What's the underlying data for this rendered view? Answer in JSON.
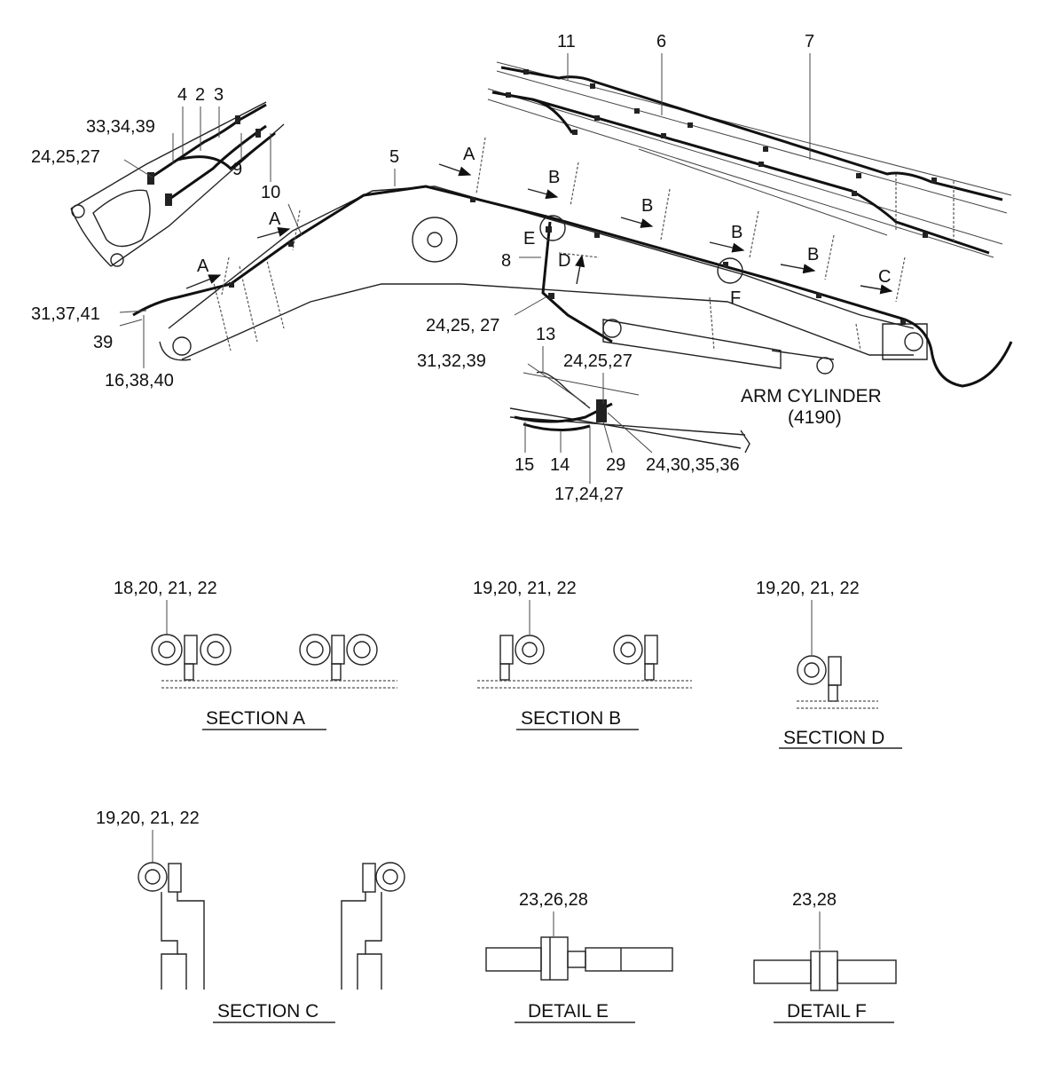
{
  "callouts": {
    "c11": "11",
    "c6": "6",
    "c7": "7",
    "c4": "4",
    "c2": "2",
    "c3": "3",
    "c33": "33,34,39",
    "c24a": "24,25,27",
    "c9": "9",
    "c10": "10",
    "c5": "5",
    "c8": "8",
    "c24b": "24,25, 27",
    "c31a": "31,37,41",
    "c39": "39",
    "c16": "16,38,40",
    "c13": "13",
    "c31b": "31,32,39",
    "c24c": "24,25,27",
    "c15": "15",
    "c14": "14",
    "c29": "29",
    "c17": "17,24,27",
    "c24d": "24,30,35,36"
  },
  "section_marks": {
    "a1": "A",
    "a2": "A",
    "a3": "A",
    "b1": "B",
    "b2": "B",
    "b3": "B",
    "b4": "B",
    "c": "C",
    "d": "D",
    "e": "E",
    "f": "F"
  },
  "arm_cylinder": {
    "name": "ARM CYLINDER",
    "code": "(4190)"
  },
  "sections": {
    "a": {
      "title": "SECTION A",
      "label": "18,20, 21, 22"
    },
    "b": {
      "title": "SECTION B",
      "label": "19,20, 21, 22"
    },
    "d": {
      "title": "SECTION D",
      "label": "19,20, 21, 22"
    },
    "c": {
      "title": "SECTION C",
      "label": "19,20, 21, 22"
    },
    "e": {
      "title": "DETAIL E",
      "label": "23,26,28"
    },
    "f": {
      "title": "DETAIL F",
      "label": "23,28"
    }
  }
}
